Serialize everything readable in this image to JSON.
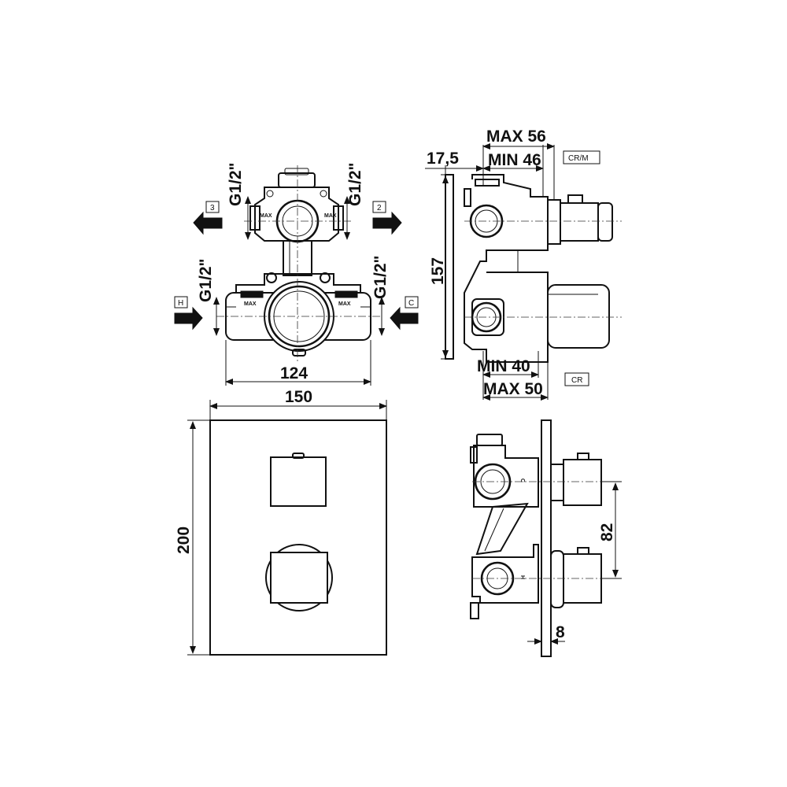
{
  "front_view": {
    "dim_thread_top_left": "G1/2\"",
    "dim_thread_top_right": "G1/2\"",
    "dim_thread_bottom_left": "G1/2\"",
    "dim_thread_bottom_right": "G1/2\"",
    "outlet_3": "3",
    "outlet_2": "2",
    "inlet_hot": "H",
    "inlet_cold": "C",
    "max_mark": "MAX",
    "dim_width_body": "124"
  },
  "side_view": {
    "dim_max_56": "MAX 56",
    "dim_min_46": "MIN 46",
    "dim_17_5": "17,5",
    "dim_157": "157",
    "dim_min_40": "MIN 40",
    "dim_max_50": "MAX 50",
    "tag_crm": "CR/M",
    "tag_cr": "CR"
  },
  "plate_view": {
    "dim_width": "150",
    "dim_height": "200"
  },
  "installed_view": {
    "dim_82": "82",
    "dim_8": "8",
    "mark_hot": "H",
    "mark_cold": "C"
  }
}
